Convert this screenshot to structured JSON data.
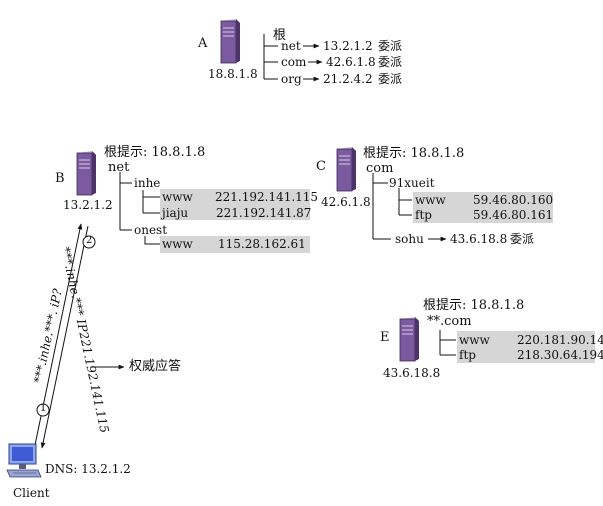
{
  "colors": {
    "server": "#7b5aa0",
    "highlight": "#d6d6d6",
    "line": "#111111"
  },
  "icons": [
    "server-icon",
    "computer-icon"
  ],
  "root_server": {
    "letter": "A",
    "ip": "18.8.1.8",
    "label": "根",
    "records": [
      {
        "name": "net",
        "value": "13.2.1.2",
        "type": "委派"
      },
      {
        "name": "com",
        "value": "42.6.1.8",
        "type": "委派"
      },
      {
        "name": "org",
        "value": "21.2.4.2",
        "type": "委派"
      }
    ]
  },
  "server_b": {
    "letter": "B",
    "ip": "13.2.1.2",
    "hint": "根提示: 18.8.1.8",
    "zone": "net",
    "sub1": "inhe",
    "sub1_records": [
      {
        "name": "www",
        "value": "221.192.141.115"
      },
      {
        "name": "jiaju",
        "value": "221.192.141.87"
      }
    ],
    "sub2": "onest",
    "sub2_records": [
      {
        "name": "www",
        "value": "115.28.162.61"
      }
    ]
  },
  "server_c": {
    "letter": "C",
    "ip": "42.6.1.8",
    "hint": "根提示: 18.8.1.8",
    "zone": "com",
    "sub1": "91xueit",
    "sub1_records": [
      {
        "name": "www",
        "value": "59.46.80.160"
      },
      {
        "name": "ftp",
        "value": "59.46.80.161"
      }
    ],
    "sub2": "sohu",
    "sub2_value": "43.6.18.8",
    "sub2_type": "委派"
  },
  "server_e": {
    "letter": "E",
    "ip": "43.6.18.8",
    "hint": "根提示: 18.8.1.8",
    "zone": "**.com",
    "records": [
      {
        "name": "www",
        "value": "220.181.90.14"
      },
      {
        "name": "ftp",
        "value": "218.30.64.194"
      }
    ]
  },
  "client": {
    "label": "Client",
    "dns": "DNS: 13.2.1.2"
  },
  "flow": {
    "query_num": "1",
    "query_text": "***.inhe.***. iP?",
    "reply_num": "2",
    "reply_text": "***.inhe.*** IP221.192.141.115",
    "authoritative": "权威应答"
  }
}
